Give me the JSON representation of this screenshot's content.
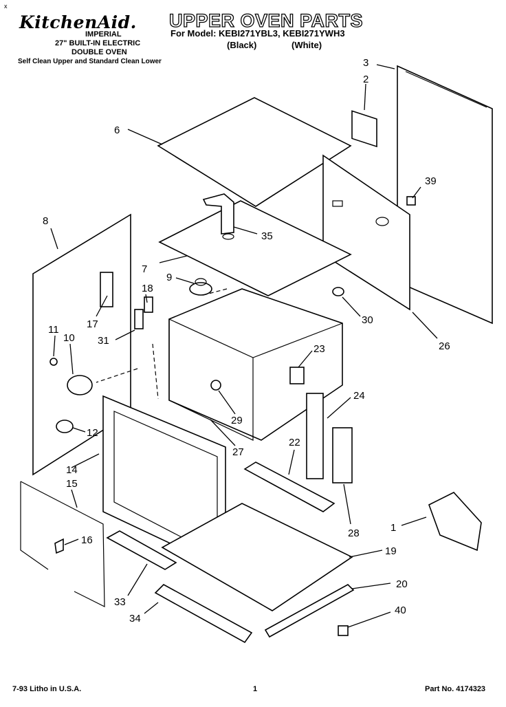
{
  "header": {
    "corner_mark": "x",
    "brand": "KitchenAid.",
    "title": "UPPER OVEN PARTS",
    "models_line": "For Model: KEBI271YBL3, KEBI271YWH3",
    "color_black": "(Black)",
    "color_white": "(White)",
    "subtitle_1": "IMPERIAL",
    "subtitle_2": "27\" BUILT-IN ELECTRIC",
    "subtitle_3": "DOUBLE OVEN",
    "subtitle_4": "Self Clean Upper and Standard Clean Lower"
  },
  "footer": {
    "left": "7-93 Litho in U.S.A.",
    "page": "1",
    "part_no": "Part No. 4174323"
  },
  "callouts": [
    "1",
    "2",
    "3",
    "6",
    "7",
    "8",
    "9",
    "10",
    "11",
    "12",
    "14",
    "15",
    "16",
    "17",
    "18",
    "19",
    "20",
    "22",
    "23",
    "24",
    "26",
    "27",
    "28",
    "29",
    "30",
    "31",
    "33",
    "34",
    "35",
    "39",
    "40"
  ]
}
